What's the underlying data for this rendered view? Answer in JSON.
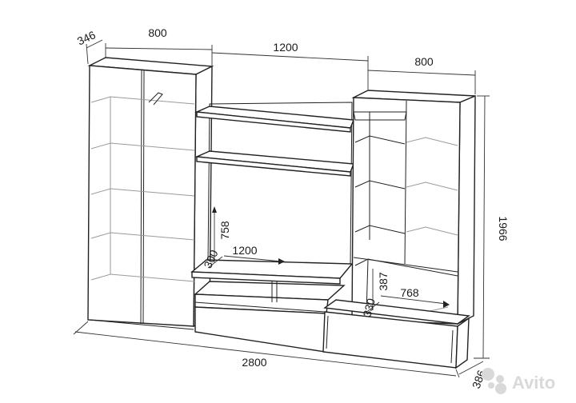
{
  "dimensions": {
    "left_depth": "346",
    "left_width": "800",
    "middle_width": "1200",
    "right_width": "800",
    "total_height": "1966",
    "bottom_depth": "386",
    "total_width": "2800",
    "niche_height": "758",
    "shelf_width": "1200",
    "shelf_depth": "300",
    "cabinet_height": "387",
    "cabinet_width": "768",
    "cabinet_depth": "330"
  },
  "watermark": {
    "brand": "Avito",
    "icon": "avito-dots-icon"
  }
}
